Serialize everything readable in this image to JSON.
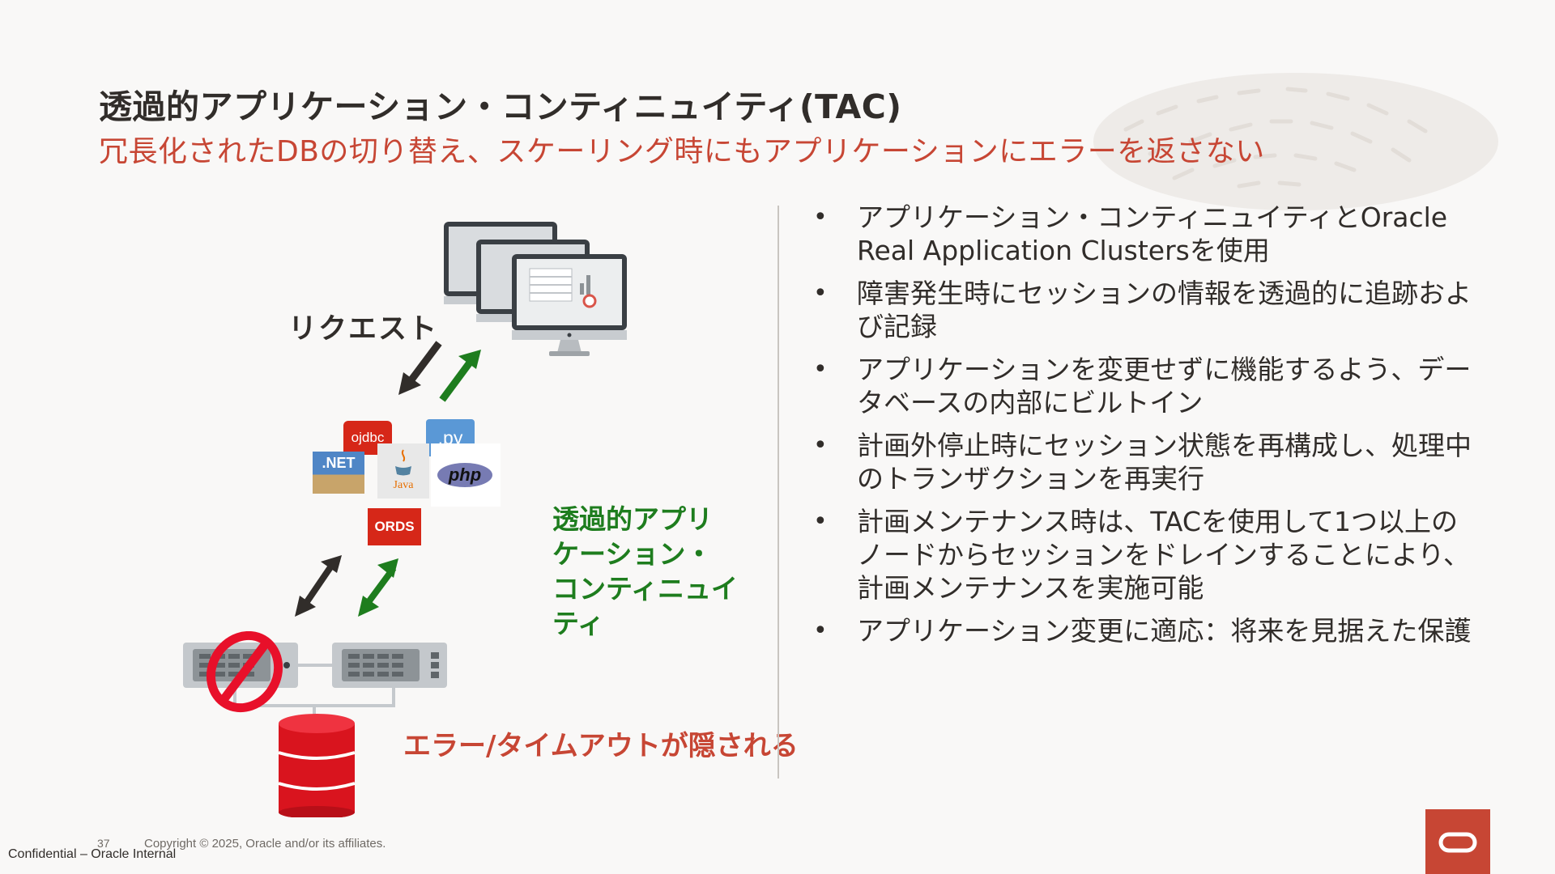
{
  "slide": {
    "title": "透過的アプリケーション・コンティニュイティ(TAC)",
    "subtitle": "冗長化されたDBの切り替え、スケーリング時にもアプリケーションにエラーを返さない"
  },
  "diagram": {
    "request_label": "リクエスト",
    "tac_label": "透過的アプリケーション・コンティニュイティ",
    "error_label": "エラー/タイムアウトが隠される",
    "driver_badges": {
      "ojdbc": "ojdbc",
      "py": ".py",
      "net": ".NET",
      "java": "Java",
      "php": "php",
      "ords": "ORDS"
    },
    "colors": {
      "request_arrow": "#312d2a",
      "response_arrow": "#1e7d1e",
      "oracle_red": "#c74634",
      "database": "#d9141e"
    }
  },
  "bullets": [
    "アプリケーション・コンティニュイティとOracle Real Application Clustersを使用",
    "障害発生時にセッションの情報を透過的に追跡および記録",
    "アプリケーションを変更せずに機能するよう、データベースの内部にビルトイン",
    "計画外停止時にセッション状態を再構成し、処理中のトランザクションを再実行",
    "計画メンテナンス時は、TACを使用して1つ以上のノードからセッションをドレインすることにより、計画メンテナンスを実施可能",
    "アプリケーション変更に適応：将来を見据えた保護"
  ],
  "bullet_symbol": "•",
  "footer": {
    "page_number": "37",
    "copyright": "Copyright © 2025, Oracle and/or its affiliates.",
    "confidential": "Confidential – Oracle Internal"
  }
}
